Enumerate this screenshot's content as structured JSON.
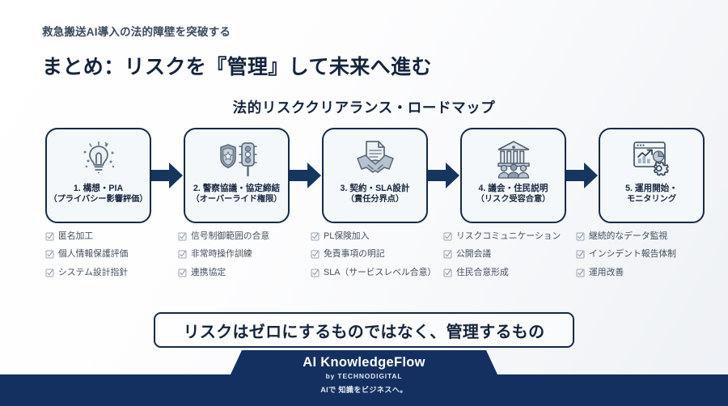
{
  "header": {
    "eyebrow": "救急搬送AI導入の法的障壁を突破する",
    "title": "まとめ：リスクを『管理』して未来へ進む"
  },
  "roadmap": {
    "title": "法的リスククリアランス・ロードマップ",
    "arrow_color": "#16355f",
    "card_border_color": "#16294a",
    "card_fill_color": "#f5f8fa",
    "steps": [
      {
        "icon": "lightbulb-idea-icon",
        "line1": "1. 構想・PIA",
        "line2": "（プライバシー影響評価）",
        "checks": [
          "匿名加工",
          "個人情報保護評価",
          "システム設計指針"
        ]
      },
      {
        "icon": "police-badge-traffic-light-icon",
        "line1": "2. 警察協議・協定締結",
        "line2": "（オーバーライド権限）",
        "checks": [
          "信号制御範囲の合意",
          "非常時操作訓練",
          "連携協定"
        ]
      },
      {
        "icon": "contract-handshake-icon",
        "line1": "3. 契約・SLA設計",
        "line2": "（責任分界点）",
        "checks": [
          "PL保険加入",
          "免責事項の明記",
          "SLA（サービスレベル合意）"
        ]
      },
      {
        "icon": "government-citizens-icon",
        "line1": "4. 議会・住民説明",
        "line2": "（リスク受容合意）",
        "checks": [
          "リスクコミュニケーション",
          "公開会議",
          "住民合意形成"
        ]
      },
      {
        "icon": "dashboard-gear-monitoring-icon",
        "line1": "5. 運用開始・",
        "line2": "モニタリング",
        "checks": [
          "継続的なデータ監視",
          "インシデント報告体制",
          "運用改善"
        ]
      }
    ]
  },
  "callout": {
    "text": "リスクはゼロにするものではなく、管理するもの"
  },
  "footer": {
    "brand": "AI KnowledgeFlow",
    "brand_sub": "by TECHNODIGITAL",
    "tagline": "AIで 知識をビジネスへ。",
    "background_color": "#143060"
  }
}
